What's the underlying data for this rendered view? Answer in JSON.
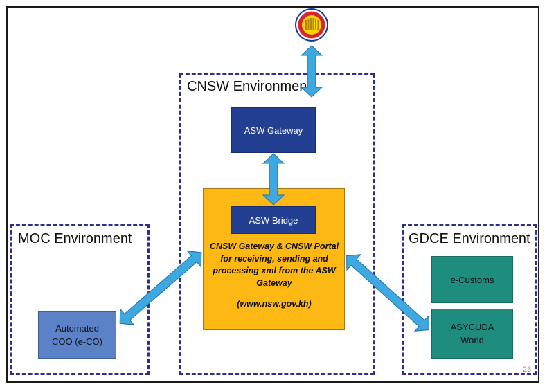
{
  "diagram": {
    "environments": {
      "cnsw": "CNSW Environment",
      "moc": "MOC Environment",
      "gdce": "GDCE Environment"
    },
    "nodes": {
      "asw_gateway": "ASW Gateway",
      "asw_bridge": "ASW Bridge",
      "portal_description": "CNSW Gateway & CNSW Portal for receiving, sending and processing xml from the ASW Gateway",
      "portal_url": "(www.nsw.gov.kh)",
      "e_customs": "e-Customs",
      "asycuda": "ASYCUDA World",
      "automated_coo": "Automated COO (e-CO)"
    },
    "logo_icon": "asean-emblem-icon",
    "page_number": "23",
    "colors": {
      "dashed_border": "#2e2f8c",
      "navy_box": "#233f92",
      "portal_box": "#fdb813",
      "teal_box": "#1e8c7e",
      "blue_box": "#5b82c7",
      "arrow": "#3da9e0"
    }
  }
}
